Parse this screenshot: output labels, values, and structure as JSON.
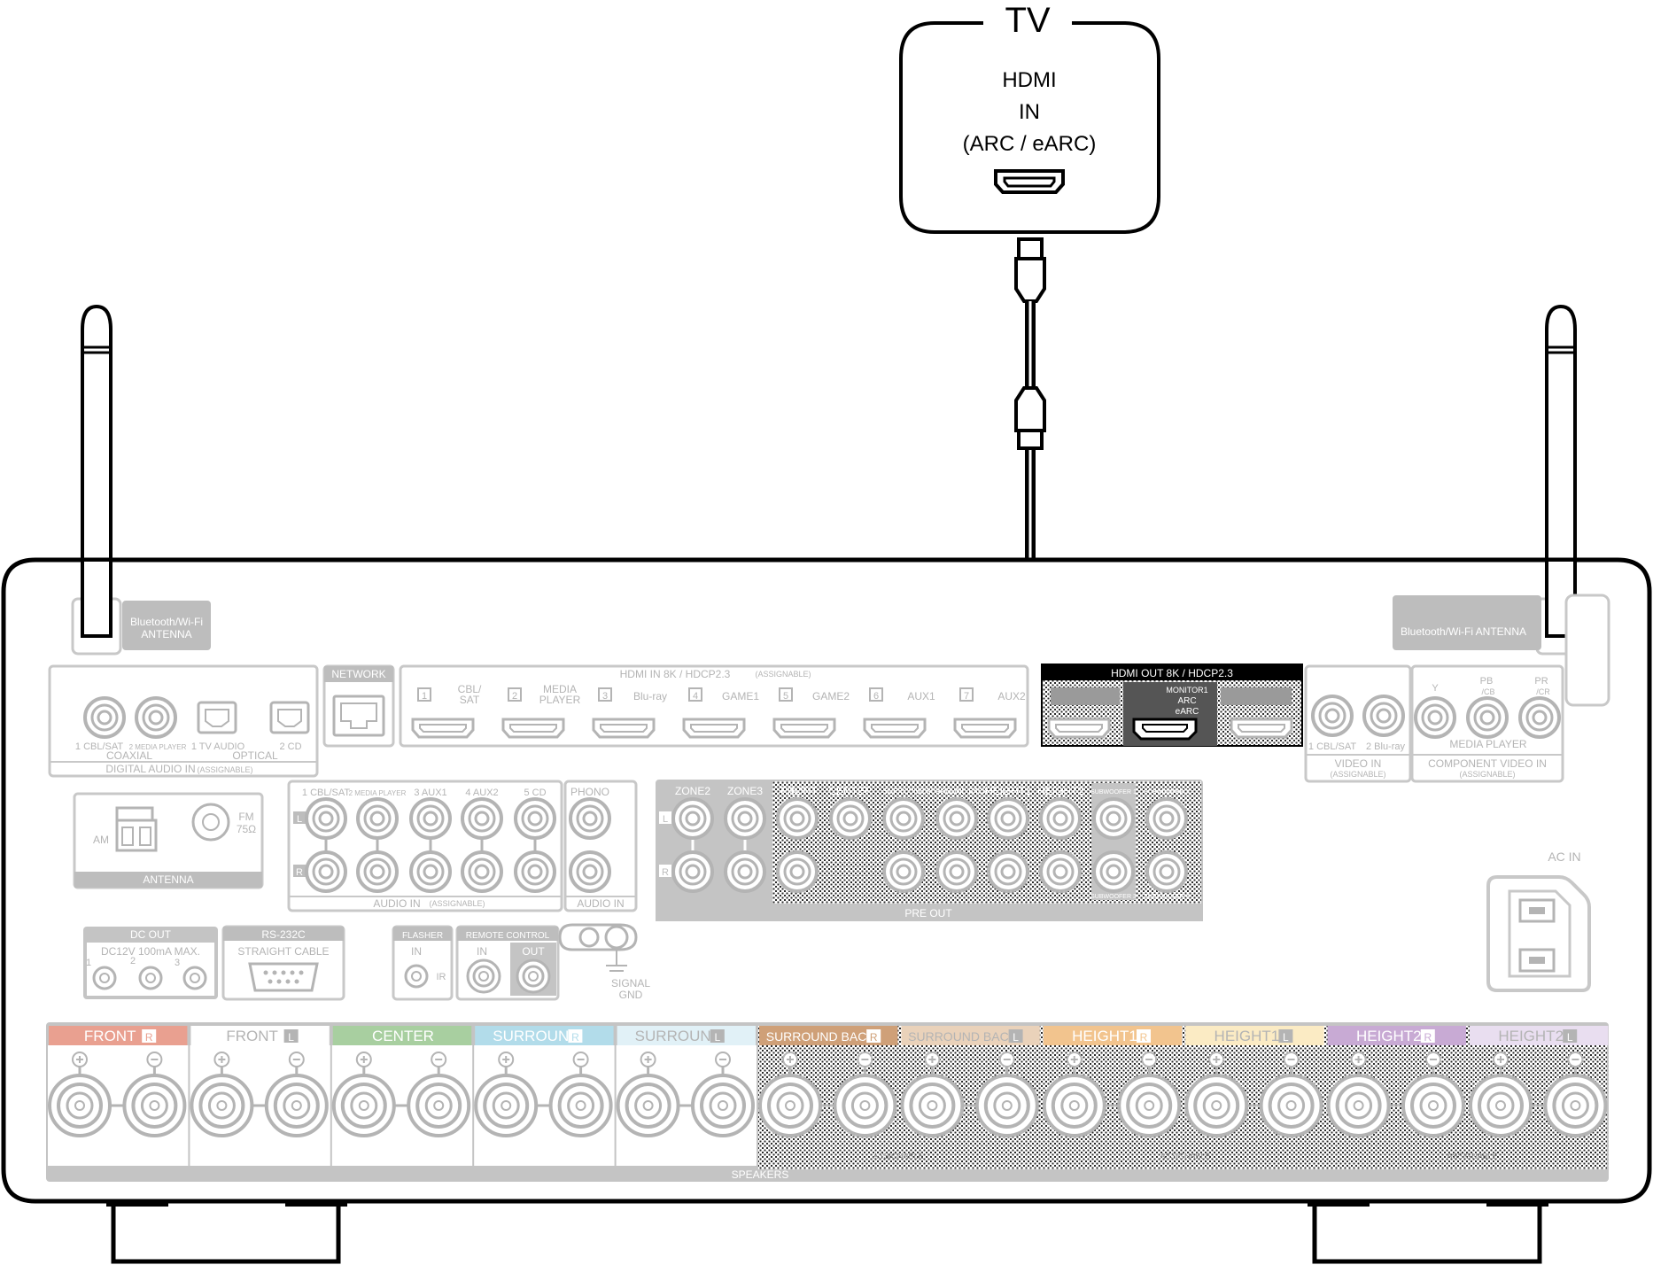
{
  "tv": {
    "title": "TV",
    "port_line1": "HDMI",
    "port_line2": "IN",
    "port_line3": "(ARC / eARC)"
  },
  "antenna": {
    "left_label_1": "Bluetooth/Wi-Fi",
    "left_label_2": "ANTENNA",
    "right_label": "Bluetooth/Wi-Fi ANTENNA"
  },
  "network": {
    "label": "NETWORK"
  },
  "digital_audio": {
    "coaxial_1": "1 CBL/SAT",
    "coaxial_2": "2 MEDIA PLAYER",
    "coaxial_label": "COAXIAL",
    "optical_1": "1 TV AUDIO",
    "optical_2": "2 CD",
    "optical_label": "OPTICAL",
    "group_label": "DIGITAL AUDIO IN",
    "assignable": "(ASSIGNABLE)"
  },
  "hdmi_in": {
    "header": "HDMI IN 8K / HDCP2.3",
    "assignable": "(ASSIGNABLE)",
    "inputs": [
      {
        "num": "1",
        "label1": "CBL/",
        "label2": "SAT"
      },
      {
        "num": "2",
        "label1": "MEDIA",
        "label2": "PLAYER"
      },
      {
        "num": "3",
        "label1": "Blu-ray",
        "label2": ""
      },
      {
        "num": "4",
        "label1": "GAME1",
        "label2": ""
      },
      {
        "num": "5",
        "label1": "GAME2",
        "label2": ""
      },
      {
        "num": "6",
        "label1": "AUX1",
        "label2": ""
      },
      {
        "num": "7",
        "label1": "AUX2",
        "label2": ""
      }
    ]
  },
  "hdmi_out": {
    "header": "HDMI OUT 8K / HDCP2.3",
    "monitor_line1": "MONITOR1",
    "monitor_line2": "ARC",
    "monitor_line3": "eARC"
  },
  "video_in": {
    "in_1": "1 CBL/SAT",
    "in_2": "2 Blu-ray",
    "label": "VIDEO IN",
    "assignable": "(ASSIGNABLE)"
  },
  "component": {
    "y": "Y",
    "pb1": "PB",
    "pb2": "/CB",
    "pr1": "PR",
    "pr2": "/CR",
    "player": "MEDIA PLAYER",
    "label": "COMPONENT VIDEO IN",
    "assignable": "(ASSIGNABLE)"
  },
  "antenna_terminal": {
    "am": "AM",
    "fm": "FM",
    "fm_ohm": "75Ω",
    "label": "ANTENNA"
  },
  "audio_in": {
    "inputs": [
      "1 CBL/SAT",
      "2 MEDIA PLAYER",
      "3 AUX1",
      "4 AUX2",
      "5 CD"
    ],
    "phono": "PHONO",
    "label": "AUDIO IN",
    "assignable": "(ASSIGNABLE)",
    "phono_label": "AUDIO IN",
    "left": "L",
    "right": "R"
  },
  "pre_out": {
    "zone2": "ZONE2",
    "zone3": "ZONE3",
    "front": "FRONT",
    "center": "CENTER",
    "surround": "SURROUND",
    "surround_back": "SURROUND BACK",
    "height1": "HEIGHT1",
    "height2": "HEIGHT2",
    "sub1": "SUBWOOFER 1",
    "sub2": "SUBWOOFER 2",
    "sub3": "SUBWOOFER 3",
    "sub4": "SUBWOOFER 4",
    "label": "PRE OUT"
  },
  "dc_out": {
    "label": "DC OUT",
    "spec": "DC12V 100mA MAX.",
    "n1": "1",
    "n2": "2",
    "n3": "3"
  },
  "rs232c": {
    "label": "RS-232C",
    "sub": "STRAIGHT CABLE"
  },
  "flasher": {
    "label": "FLASHER",
    "in": "IN",
    "ir": "IR"
  },
  "remote": {
    "label": "REMOTE CONTROL",
    "in": "IN",
    "out": "OUT"
  },
  "signal_gnd": {
    "line1": "SIGNAL",
    "line2": "GND"
  },
  "ac_in": {
    "label": "AC IN"
  },
  "speakers": {
    "label": "SPEAKERS",
    "assignable": "ASSIGNABLE",
    "groups": [
      {
        "name": "FRONT",
        "side": "R",
        "color": "#e9a090"
      },
      {
        "name": "FRONT",
        "side": "L",
        "color": "#ffffff"
      },
      {
        "name": "CENTER",
        "side": "",
        "color": "#a8cfa0"
      },
      {
        "name": "SURROUND",
        "side": "R",
        "color": "#b2dcea"
      },
      {
        "name": "SURROUND",
        "side": "L",
        "color": "#e1f1f7"
      },
      {
        "name": "SURROUND BACK",
        "side": "R",
        "color": "#cfa078"
      },
      {
        "name": "SURROUND BACK",
        "side": "L",
        "color": "#ead2ba"
      },
      {
        "name": "HEIGHT1",
        "side": "R",
        "color": "#f2c48e"
      },
      {
        "name": "HEIGHT1",
        "side": "L",
        "color": "#fbebc4"
      },
      {
        "name": "HEIGHT2",
        "side": "R",
        "color": "#c8aad4"
      },
      {
        "name": "HEIGHT2",
        "side": "L",
        "color": "#e9def0"
      }
    ]
  }
}
